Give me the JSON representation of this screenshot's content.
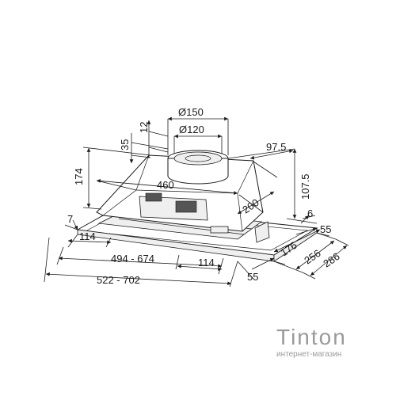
{
  "dimensions": {
    "d150": "Ø150",
    "d120": "Ø120",
    "h12": "12",
    "h35": "35",
    "h174": "174",
    "w460": "460",
    "d97_5": "97.5",
    "d107_5": "107.5",
    "d200": "200",
    "d6": "6",
    "d7": "7",
    "d114_left": "114",
    "w494_674": "494 - 674",
    "d114_mid": "114",
    "w522_702": "522 - 702",
    "d55_top": "55",
    "d176": "176",
    "d256": "256",
    "d286": "286",
    "d55_bottom": "55"
  },
  "watermark": {
    "name": "Tinton",
    "subtitle": "интернет-магазин"
  }
}
